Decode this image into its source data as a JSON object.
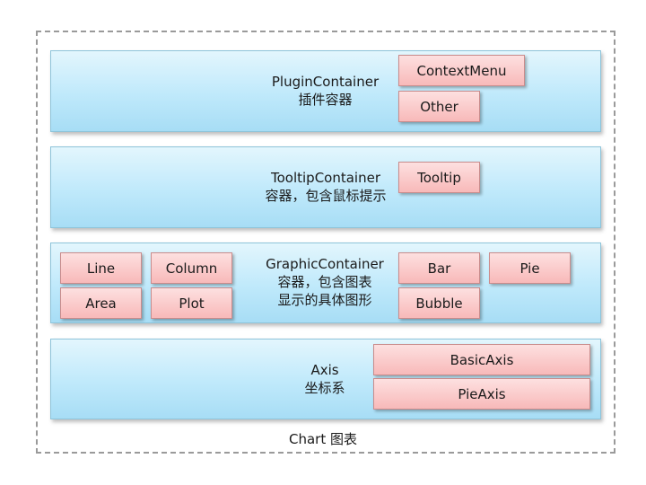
{
  "chart_label": "Chart 图表",
  "plugin": {
    "title": "PluginContainer",
    "subtitle": "插件容器",
    "items": [
      "ContextMenu",
      "Other"
    ]
  },
  "tooltip": {
    "title": "TooltipContainer",
    "subtitle": "容器，包含鼠标提示",
    "items": [
      "Tooltip"
    ]
  },
  "graphic": {
    "title": "GraphicContainer",
    "subtitle_1": "容器，包含图表",
    "subtitle_2": "显示的具体图形",
    "left_items": [
      "Line",
      "Column",
      "Area",
      "Plot"
    ],
    "right_items": [
      "Bar",
      "Pie",
      "Bubble"
    ]
  },
  "axis": {
    "title": "Axis",
    "subtitle": "坐标系",
    "items": [
      "BasicAxis",
      "PieAxis"
    ]
  }
}
